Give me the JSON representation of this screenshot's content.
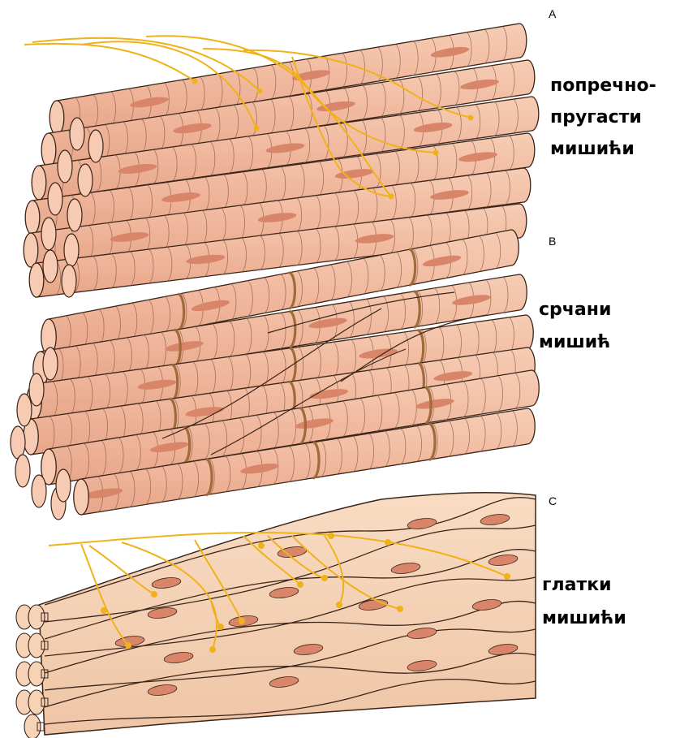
{
  "panels": [
    {
      "letter": "A",
      "label": [
        "попречно-",
        "пругасти",
        "мишићи"
      ]
    },
    {
      "letter": "B",
      "label": [
        "срчани",
        "мишић"
      ]
    },
    {
      "letter": "C",
      "label": [
        "глатки",
        "мишићи"
      ]
    }
  ],
  "colors": {
    "fiber_fill": "#f2bea4",
    "fiber_end": "#f7cbb3",
    "fiber_outline": "#3a2418",
    "striation": "#8a5a44",
    "nucleus": "#d9856a",
    "intercalated_disc": "#a06a3a",
    "smooth_fill": "#f6d3b6",
    "nerve": "#f0b21a",
    "background": "#ffffff"
  }
}
